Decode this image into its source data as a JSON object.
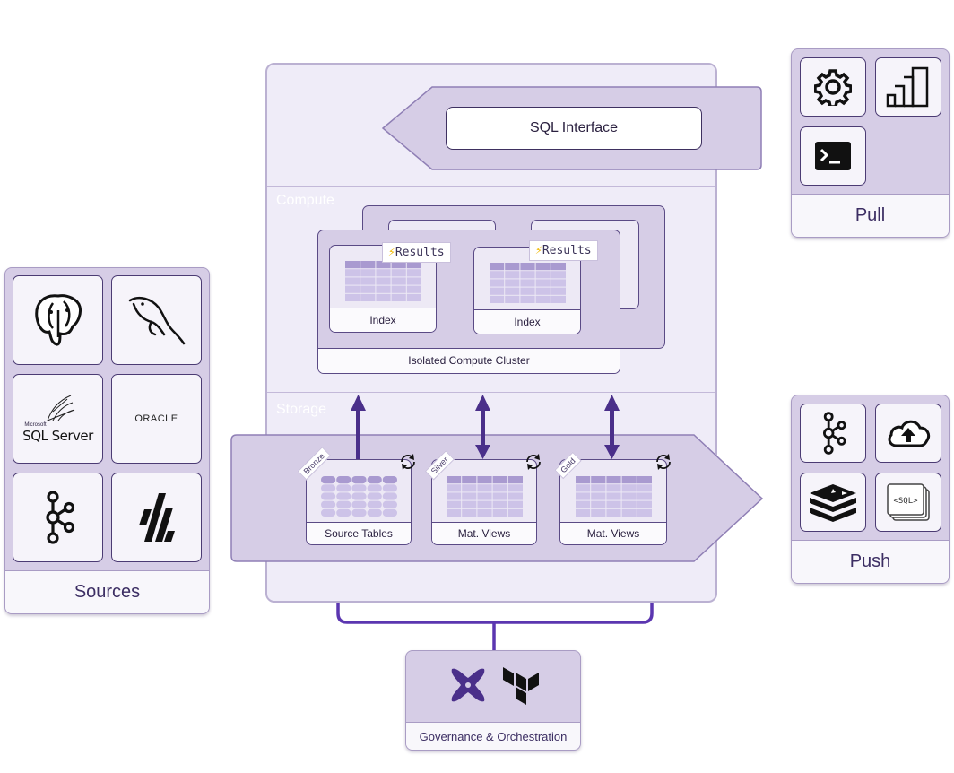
{
  "sql_interface": {
    "label": "SQL Interface"
  },
  "zones": {
    "compute": "Compute",
    "storage": "Storage"
  },
  "compute": {
    "cluster_label": "Isolated Compute Cluster",
    "index_label": "Index",
    "results_label": "Results"
  },
  "storage": {
    "tables": [
      {
        "badge": "Bronze",
        "label": "Source Tables"
      },
      {
        "badge": "Silver",
        "label": "Mat. Views"
      },
      {
        "badge": "Gold",
        "label": "Mat. Views"
      }
    ]
  },
  "sources": {
    "title": "Sources",
    "icons": [
      "postgresql-icon",
      "mysql-icon",
      "sql-server-icon",
      "oracle-icon",
      "kafka-icon",
      "fivetran-icon"
    ],
    "sqlserver_small": "Microsoft",
    "sqlserver_text": "SQL Server",
    "oracle_text": "ORACLE"
  },
  "pull": {
    "title": "Pull",
    "icons": [
      "gear-icon",
      "power-bi-icon",
      "terminal-icon"
    ]
  },
  "push": {
    "title": "Push",
    "icons": [
      "kafka-icon",
      "cloud-upload-icon",
      "redis-icon",
      "sql-files-icon"
    ],
    "sql_text": "<SQL>"
  },
  "governance": {
    "title": "Governance & Orchestration",
    "icons": [
      "dbt-icon",
      "terraform-icon"
    ]
  },
  "colors": {
    "accent": "#4a2f8a",
    "panel": "#d6cde6",
    "light": "#f0edf8"
  }
}
